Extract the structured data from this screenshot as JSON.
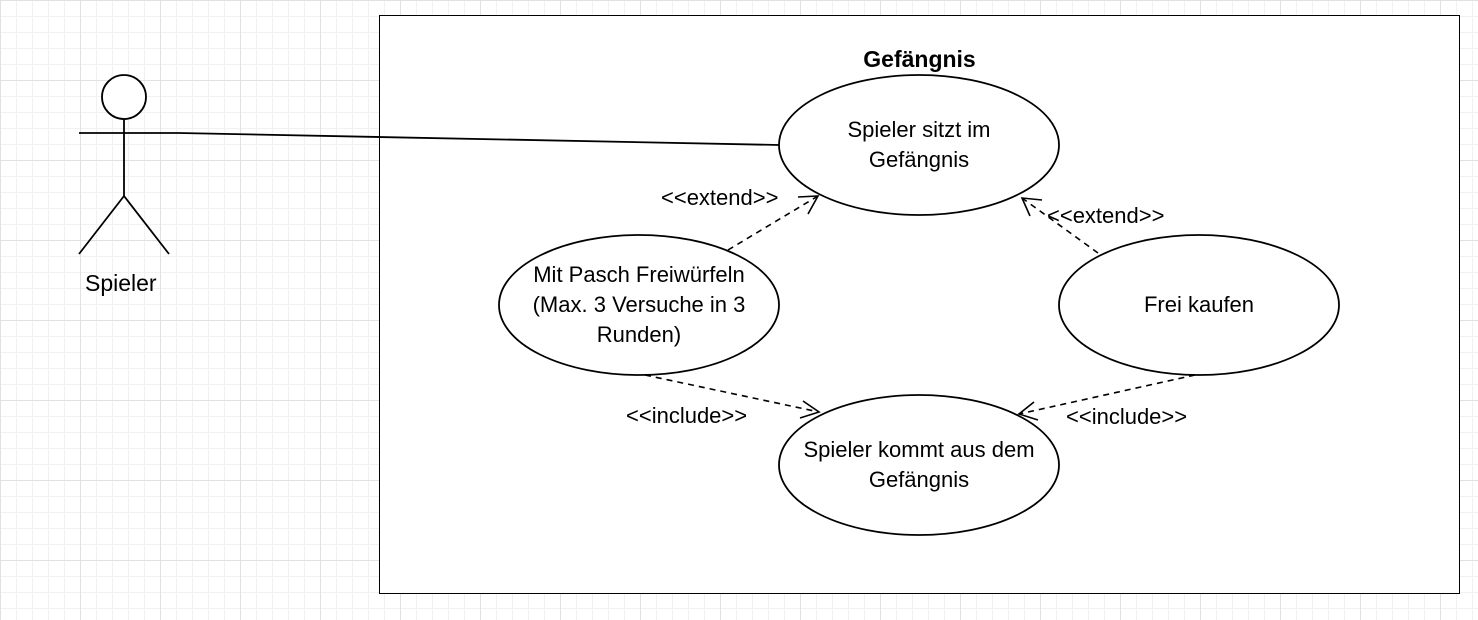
{
  "diagram": {
    "system": {
      "title": "Gefängnis"
    },
    "actor": {
      "name": "Spieler"
    },
    "use_cases": {
      "sitzt": "Spieler sitzt im\nGefängnis",
      "pasch": "Mit Pasch Freiwürfeln\n(Max. 3 Versuche in 3\nRunden)",
      "kaufen": "Frei kaufen",
      "kommt": "Spieler kommt aus dem\nGefängnis"
    },
    "relationships": {
      "extend_left": "<<extend>>",
      "extend_right": "<<extend>>",
      "include_left": "<<include>>",
      "include_right": "<<include>>"
    }
  }
}
